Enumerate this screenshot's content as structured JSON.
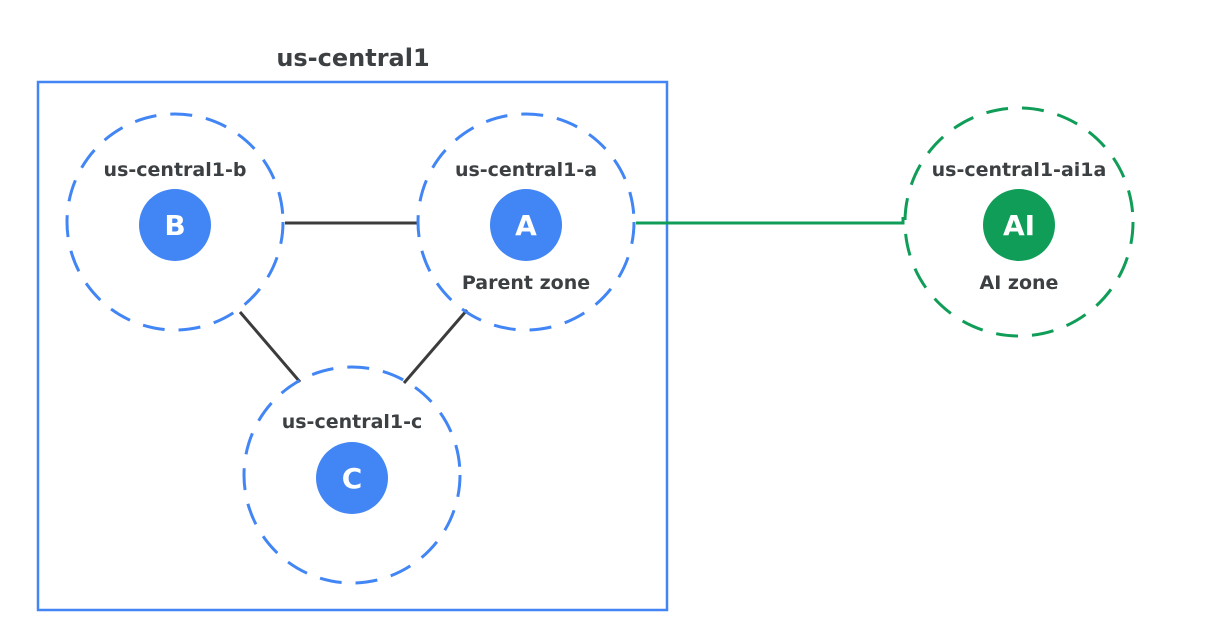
{
  "region": {
    "title": "us-central1"
  },
  "zones": [
    {
      "id": "b",
      "name": "us-central1-b",
      "badge": "B",
      "color": "#4285F4"
    },
    {
      "id": "a",
      "name": "us-central1-a",
      "badge": "A",
      "caption": "Parent zone",
      "color": "#4285F4"
    },
    {
      "id": "c",
      "name": "us-central1-c",
      "badge": "C",
      "color": "#4285F4"
    },
    {
      "id": "ai",
      "name": "us-central1-ai1a",
      "badge": "AI",
      "caption": "AI zone",
      "color": "#0F9D58"
    }
  ],
  "colors": {
    "region_border": "#4285F4",
    "link": "#3c3c3c",
    "ai_link": "#0F9D58",
    "text": "#3c4043"
  }
}
